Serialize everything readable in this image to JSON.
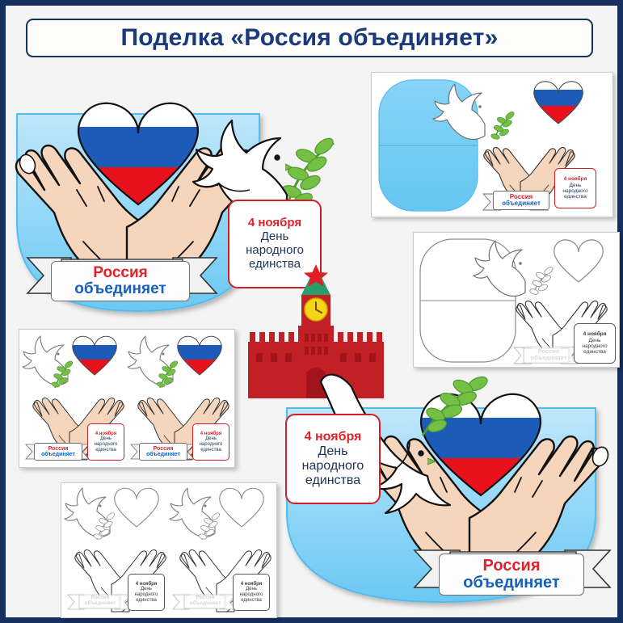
{
  "page": {
    "title": "Поделка «Россия объединяет»",
    "border_color": "#16305f",
    "background_color": "#f4f4f4"
  },
  "colors": {
    "navy": "#1b3a7a",
    "flag_white": "#ffffff",
    "flag_blue": "#1c5bb8",
    "flag_red": "#e8111c",
    "skin": "#f5d5bc",
    "skin_outline": "#1a1a1a",
    "leaf_green": "#74c044",
    "sky_blue_light": "#c9e9fb",
    "sky_blue": "#7fd0f5",
    "kremlin_red": "#c32026",
    "kremlin_red_dark": "#a0151c",
    "star_red": "#e21d26",
    "spire_green": "#2a9d6b",
    "clock_yellow": "#f7d417",
    "badge_border": "#cf2027",
    "badge_date": "#e0222b",
    "badge_text": "#1d3557",
    "ribbon_red": "#e0222b",
    "ribbon_blue": "#1560bd"
  },
  "labels": {
    "date": "4 ноября",
    "holiday_line1": "День",
    "holiday_line2": "народного",
    "holiday_line3": "единства",
    "ribbon_line1": "Россия",
    "ribbon_line2": "объединяет"
  },
  "items": [
    {
      "id": "craft-main-left",
      "name": "Главная поделка (слева сверху)",
      "type": "craft-color",
      "parts": [
        "hands",
        "heart-flag",
        "dove",
        "olive-branch",
        "blue-backdrop",
        "ribbon",
        "badge"
      ]
    },
    {
      "id": "template-color-top-right",
      "name": "Цветной шаблон (справа сверху)",
      "type": "template-color",
      "parts": [
        "blue-backdrop-blank",
        "dove",
        "olive-branch",
        "heart-flag",
        "hands",
        "ribbon",
        "badge"
      ]
    },
    {
      "id": "template-bw-right",
      "name": "Чёрно-белый шаблон (справа)",
      "type": "template-bw",
      "parts": [
        "backdrop-blank",
        "dove",
        "olive-branch",
        "heart-blank",
        "hands",
        "ribbon",
        "badge"
      ]
    },
    {
      "id": "template-color-left",
      "name": "Цветной шаблон деталей (слева, 2 набора)",
      "type": "template-color",
      "sets": 2
    },
    {
      "id": "template-bw-bottom-left",
      "name": "Чёрно-белый шаблон деталей (снизу слева, 2 набора)",
      "type": "template-bw",
      "sets": 2
    },
    {
      "id": "craft-main-right",
      "name": "Главная поделка (справа снизу)",
      "type": "craft-color",
      "parts": [
        "hands",
        "heart-flag",
        "dove",
        "olive-branch",
        "blue-backdrop",
        "ribbon",
        "badge"
      ]
    },
    {
      "id": "kremlin-tower",
      "name": "Спасская башня Кремля",
      "type": "decoration",
      "parts": [
        "star",
        "spire",
        "clock",
        "wall",
        "gate"
      ]
    }
  ]
}
